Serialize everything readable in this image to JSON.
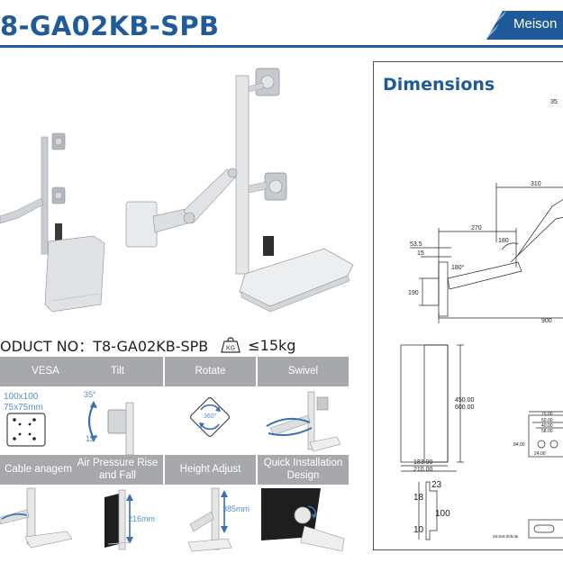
{
  "header": {
    "model": "8-GA02KB-SPB",
    "brand": "Meison"
  },
  "product_line": {
    "label": "ODUCT NO：T8-GA02KB-SPB",
    "weight_icon": "kg-weight-icon",
    "kg_text": "KG",
    "weight": "≤15kg"
  },
  "features": {
    "vesa": {
      "label": "VESA",
      "line1": "100x100",
      "line2": "75x75mm"
    },
    "tilt": {
      "label": "Tilt",
      "up": "35°",
      "down": "15°"
    },
    "rotate": {
      "label": "Rotate",
      "angle": "360°"
    },
    "swivel": {
      "label": "Swivel"
    },
    "cable": {
      "label": "Cable anagement"
    },
    "air": {
      "label": "Air Pressure Rise and Fall",
      "travel": "216mm"
    },
    "height": {
      "label": "Height Adjust",
      "travel": "385mm"
    },
    "quick": {
      "label": "Quick Installation Design"
    }
  },
  "dimensions": {
    "title": "Dimensions",
    "d_top": "35",
    "d_310": "310",
    "d_270": "270",
    "d_180": "180",
    "d_535": "53.5",
    "d_15": "15",
    "d_190": "190",
    "d_180deg": "180°",
    "d_900": "900",
    "d_450": "450.00",
    "d_600": "600.00",
    "d_1830": "183.00",
    "d_2100": "210.00",
    "d_7500": "75.00",
    "d_5000": "50.00",
    "d_4000": "40.00",
    "d_5800": "58.00",
    "d_8400": "84.00",
    "d_2400": "24.00",
    "d_slot": "28.8x9.00hole",
    "d_23": "23",
    "d_18": "18",
    "d_100": "100",
    "d_10": "10"
  },
  "colors": {
    "accent": "#1f5a9a",
    "header_gray": "#a6a8ab",
    "note_blue": "#5b8ec9"
  }
}
